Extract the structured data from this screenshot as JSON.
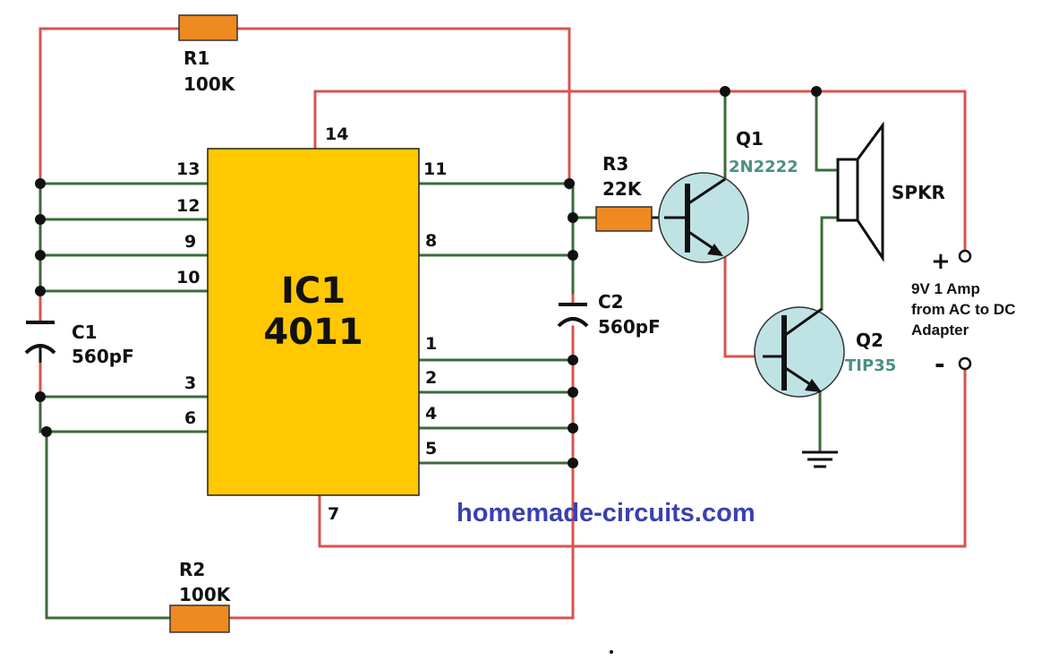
{
  "ic": {
    "name": "IC1",
    "part": "4011",
    "color": "#ffc800",
    "pins": {
      "p14": "14",
      "p13": "13",
      "p12": "12",
      "p9": "9",
      "p10": "10",
      "p3": "3",
      "p6": "6",
      "p11": "11",
      "p8": "8",
      "p1": "1",
      "p2": "2",
      "p4": "4",
      "p5": "5",
      "p7": "7"
    }
  },
  "r1": {
    "name": "R1",
    "value": "100K"
  },
  "r2": {
    "name": "R2",
    "value": "100K"
  },
  "r3": {
    "name": "R3",
    "value": "22K"
  },
  "c1": {
    "name": "C1",
    "value": "560pF"
  },
  "c2": {
    "name": "C2",
    "value": "560pF"
  },
  "q1": {
    "name": "Q1",
    "part": "2N2222"
  },
  "q2": {
    "name": "Q2",
    "part": "TIP35"
  },
  "speaker": {
    "name": "SPKR"
  },
  "power": {
    "plus": "+",
    "minus": "-",
    "line1": "9V 1 Amp",
    "line2": "from AC to DC",
    "line3": "Adapter"
  },
  "watermark": "homemade-circuits.com",
  "colors": {
    "resistor": "#ef8a22",
    "transistor": "#bfe3e5",
    "wire_red": "#d9534f",
    "wire_green": "#3b6b3a",
    "watermark": "#3a40b0"
  }
}
